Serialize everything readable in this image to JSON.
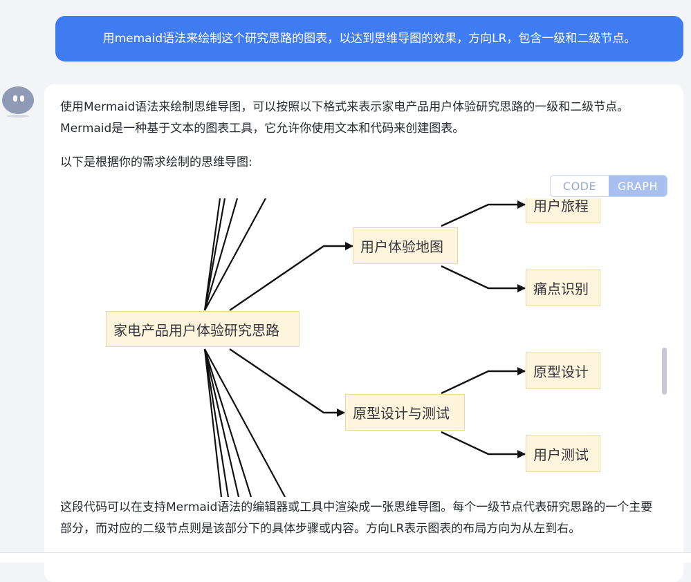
{
  "user_message": "用memaid语法来绘制这个研究思路的图表，以达到思维导图的效果，方向LR，包含一级和二级节点。",
  "assistant": {
    "intro": "使用Mermaid语法来绘制思维导图，可以按照以下格式来表示家电产品用户体验研究思路的一级和二级节点。Mermaid是一种基于文本的图表工具，它允许你使用文本和代码来创建图表。",
    "lead": "以下是根据你的需求绘制的思维导图:",
    "outro": "这段代码可以在支持Mermaid语法的编辑器或工具中渲染成一张思维导图。每个一级节点代表研究思路的一个主要部分，而对应的二级节点则是该部分下的具体步骤或内容。方向LR表示图表的布局方向为从左到右。"
  },
  "view_toggle": {
    "code_label": "CODE",
    "graph_label": "GRAPH",
    "active": "GRAPH"
  },
  "mindmap": {
    "root": "家电产品用户体验研究思路",
    "branches": [
      {
        "label": "用户体验地图",
        "children": [
          "用户旅程",
          "痛点识别"
        ]
      },
      {
        "label": "原型设计与测试",
        "children": [
          "原型设计",
          "用户测试"
        ]
      }
    ]
  },
  "colors": {
    "user_bubble": "#3f7cf1",
    "node_fill": "#fff5dc",
    "node_border": "#ead9a3",
    "edge": "#111111",
    "toggle_active": "#a9bff0"
  }
}
